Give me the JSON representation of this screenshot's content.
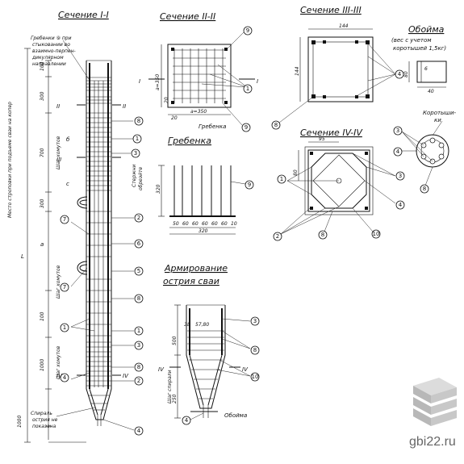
{
  "titles": {
    "s1": "Сечение I-I",
    "s2": "Сечение II-II",
    "s3": "Сечение III-III",
    "s4": "Сечение IV-IV",
    "comb": "Гребенка",
    "armir": "Армирование",
    "armir2": "острия сваи",
    "obojma": "Обойма",
    "obojma_note1": "(вес с учетом",
    "obojma_note2": "коротышей 1,5кг)",
    "korot1": "Коротыши-",
    "korot2": "ки"
  },
  "notes": {
    "mesto": "Место строповки при подъеме сваи на копер",
    "grebenki1": "Гребенки ⑨ при",
    "grebenki2": "стыковании во",
    "grebenki3": "взаимно-перпен-",
    "grebenki4": "дикулярном",
    "grebenki5": "направлении",
    "shag_z1": "Шаг хомутов",
    "shag_z2": "Шаг хомутов",
    "shag_z3": "Шаг хомутов",
    "shag_z4": "Шаг спирали",
    "spiral1": "Спираль",
    "spiral2": "острия не",
    "spiral3": "показана",
    "sterzhni1": "Стержни",
    "sterzhni2": "обреэйте",
    "grebenka_lbl": "Гребенка",
    "obojma_lbl": "Обойма",
    "L": "L"
  },
  "dims": {
    "d100": "100",
    "d300": "300",
    "d700": "700",
    "d300b": "300",
    "d_a": "a",
    "d100b": "100",
    "d1000": "1000",
    "d1000b": "1000",
    "a350": "a=350",
    "a350b": "a=350",
    "d20": "20",
    "d320": "320",
    "d144": "144",
    "d80": "80",
    "d6": "6",
    "d40": "40",
    "comb_steps": [
      "50",
      "60",
      "60",
      "60",
      "60",
      "60",
      "10"
    ],
    "d500": "500",
    "d250": "250",
    "d385": "38",
    "d5780": "57,80",
    "sec4_95": "95",
    "sec4_80": "80"
  },
  "markers": {
    "I": "I",
    "II": "II",
    "III": "III",
    "IV": "IV",
    "b": "б",
    "c": "с"
  },
  "bubbles": [
    "1",
    "2",
    "3",
    "4",
    "5",
    "6",
    "7",
    "8",
    "9",
    "10"
  ],
  "watermark": {
    "text": "gbi22.ru"
  }
}
